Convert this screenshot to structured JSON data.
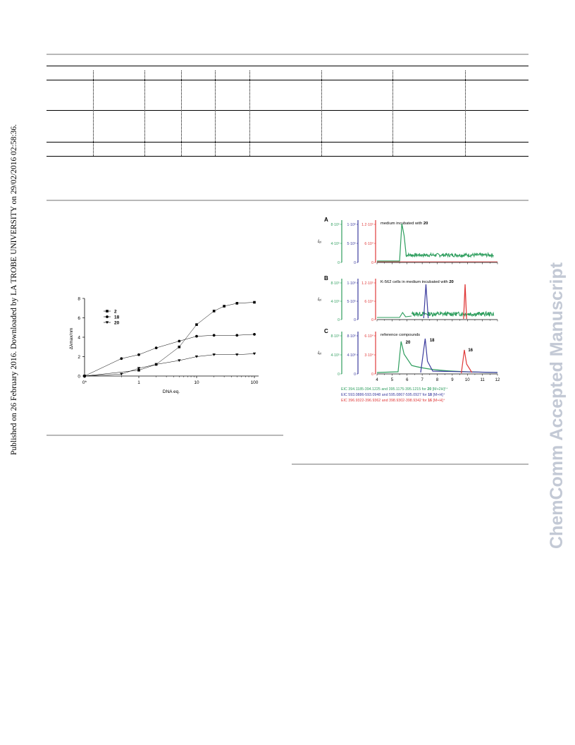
{
  "side_left_text": "Published on 26 February 2016. Downloaded by LA TROBE UNIVERSITY on 29/02/2016 02:58:36.",
  "watermark_text": "ChemComm Accepted Manuscript",
  "colors": {
    "green": "#2e9e5e",
    "blue": "#3c3c9e",
    "red": "#e03a3a",
    "watermark": "#c3c9d5"
  },
  "chart_data": [
    {
      "type": "line",
      "xlabel": "DNA eq.",
      "ylabel": "Δλmax/nm",
      "x_scale": "log",
      "x_ticks": [
        "0*",
        "1",
        "10",
        "100"
      ],
      "y_ticks": [
        "0",
        "2",
        "4",
        "6",
        "8"
      ],
      "ylim": [
        0,
        8
      ],
      "legend_position": "top-left",
      "series": [
        {
          "name": "2",
          "marker": "square",
          "x": [
            0,
            1,
            2,
            5,
            10,
            20,
            30,
            50,
            100
          ],
          "y": [
            0,
            0.6,
            1.2,
            3.0,
            5.3,
            6.7,
            7.2,
            7.5,
            7.6
          ]
        },
        {
          "name": "18",
          "marker": "circle",
          "x": [
            0,
            0.5,
            1,
            2,
            5,
            10,
            20,
            50,
            100
          ],
          "y": [
            0,
            1.8,
            2.2,
            2.9,
            3.6,
            4.1,
            4.2,
            4.2,
            4.3
          ]
        },
        {
          "name": "20",
          "marker": "triangle",
          "x": [
            0,
            0.5,
            1,
            2,
            5,
            10,
            20,
            50,
            100
          ],
          "y": [
            0,
            0.2,
            0.8,
            1.2,
            1.6,
            2.0,
            2.2,
            2.2,
            2.3
          ]
        }
      ]
    },
    {
      "type": "line",
      "x_ticks": [
        "4",
        "5",
        "6",
        "7",
        "8",
        "9",
        "10",
        "11",
        "12"
      ],
      "xlim": [
        4,
        12
      ],
      "panels": [
        {
          "letter": "A",
          "title": "medium incubated with ",
          "title_bold": "20",
          "green_ticks": [
            "8·10⁵",
            "4·10⁵",
            "0"
          ],
          "blue_ticks": [
            "1·10⁶",
            "5·10⁵",
            "0"
          ],
          "red_ticks": [
            "1.2·10⁵",
            "6·10⁴",
            "0"
          ]
        },
        {
          "letter": "B",
          "title": "K-562 cells in medium incubated with ",
          "title_bold": "20",
          "green_ticks": [
            "8·10⁵",
            "4·10⁵",
            "0"
          ],
          "blue_ticks": [
            "1·10⁶",
            "5·10⁵",
            "0"
          ],
          "red_ticks": [
            "1.2·10⁵",
            "6·10⁴",
            "0"
          ]
        },
        {
          "letter": "C",
          "title": "reference compounds",
          "title_bold": "",
          "green_ticks": [
            "8·10⁵",
            "4·10⁵",
            "0"
          ],
          "blue_ticks": [
            "8·10⁶",
            "4·10⁶",
            "0"
          ],
          "red_ticks": [
            "6·10⁴",
            "3·10⁴",
            "0"
          ],
          "peak_labels": [
            "20",
            "18",
            "16"
          ]
        }
      ],
      "ylabel": "Iₑᵢ",
      "eic_lines": [
        {
          "color": "green",
          "text": "EIC 394.1185-394.1225 and 395.1175-395.1215 for ",
          "bold": "20",
          "suffix": " [M+2H]²⁺"
        },
        {
          "color": "blue",
          "text": "EIC 593.0886-593.0948 and 595.0867-595.0927 for ",
          "bold": "18",
          "suffix": " [M+H]⁺"
        },
        {
          "color": "red",
          "text": "EIC 396.9322-396.9362 and 398.9302-398.9342  for ",
          "bold": "16",
          "suffix": " [M+H]⁺"
        }
      ]
    }
  ]
}
